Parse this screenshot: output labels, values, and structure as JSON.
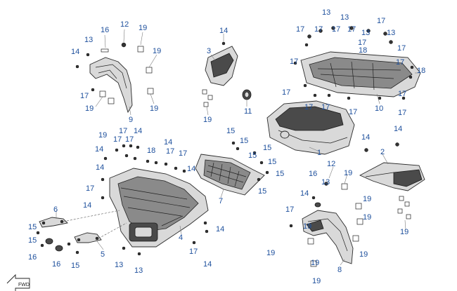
{
  "diagram": {
    "callouts": [
      "1",
      "2",
      "3",
      "4",
      "5",
      "6",
      "7",
      "8",
      "9",
      "10",
      "11",
      "12",
      "13",
      "14",
      "15",
      "16",
      "17",
      "18",
      "19"
    ],
    "front_direction_label": "FWD"
  }
}
